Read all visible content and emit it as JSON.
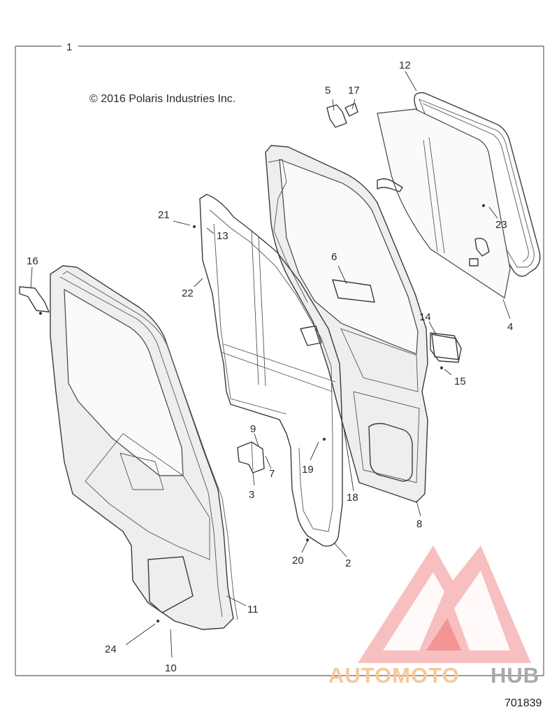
{
  "copyright": "© 2016 Polaris Industries Inc.",
  "diagram_number": "701839",
  "watermark": {
    "text_a": "AUTOMOTO",
    "text_b": "HUB",
    "colors": {
      "triangle": "#f28a8a",
      "text_a": "#f4c99a",
      "text_b": "#a9a9a9"
    }
  },
  "callouts": {
    "c1": "1",
    "c2": "2",
    "c3": "3",
    "c4": "4",
    "c5": "5",
    "c6": "6",
    "c7": "7",
    "c8": "8",
    "c9": "9",
    "c10": "10",
    "c11": "11",
    "c12": "12",
    "c13": "13",
    "c14": "14",
    "c15": "15",
    "c16": "16",
    "c17": "17",
    "c18": "18",
    "c19": "19",
    "c20": "20",
    "c21": "21",
    "c22": "22",
    "c23": "23",
    "c24": "24"
  }
}
